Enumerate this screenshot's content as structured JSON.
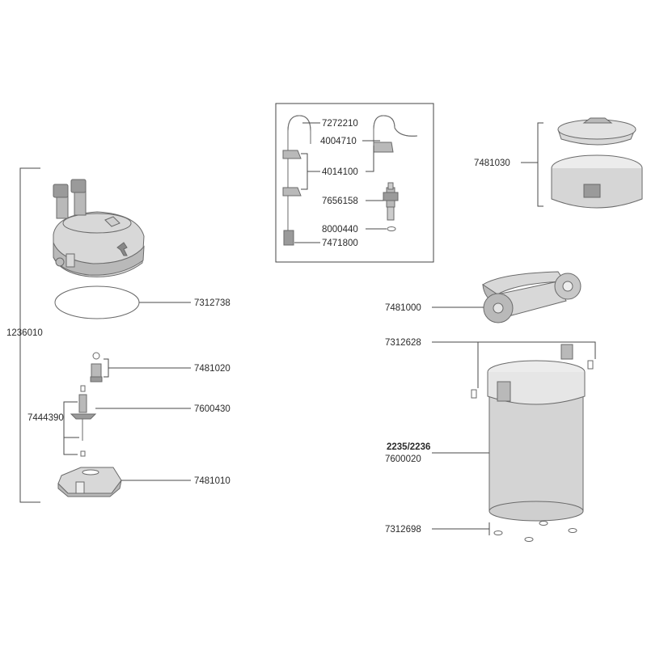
{
  "parts": {
    "p1236010": "1236010",
    "p7312738": "7312738",
    "p7481020": "7481020",
    "p7444390": "7444390",
    "p7600430": "7600430",
    "p7481010": "7481010",
    "p7272210": "7272210",
    "p4004710": "4004710",
    "p4014100": "4014100",
    "p7656158": "7656158",
    "p8000440": "8000440",
    "p7471800": "7471800",
    "p7481030": "7481030",
    "p7481000": "7481000",
    "p7312628": "7312628",
    "p2235_2236": "2235/2236",
    "p7600020": "7600020",
    "p7312698": "7312698"
  }
}
